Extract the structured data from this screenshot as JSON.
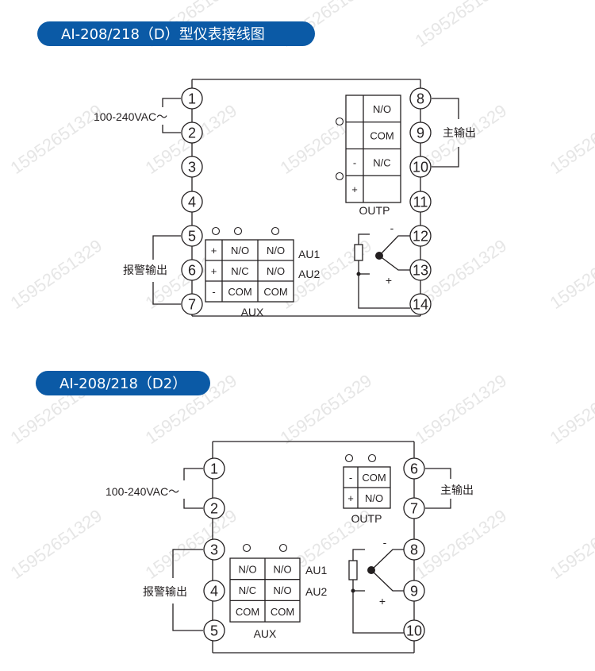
{
  "watermark": "15952651329",
  "colors": {
    "header_bg": "#0b5aa6",
    "line": "#231f20"
  },
  "diagram1": {
    "title": "AI-208/218（D）型仪表接线图",
    "power_label": "100-240VAC～",
    "alarm_label": "报警输出",
    "main_output_label": "主输出",
    "left_terminals": [
      "1",
      "2",
      "3",
      "4",
      "5",
      "6",
      "7"
    ],
    "right_terminals": [
      "8",
      "9",
      "10",
      "11",
      "12",
      "13",
      "14"
    ],
    "outp": {
      "title": "OUTP",
      "rows": [
        [
          "",
          "N/O"
        ],
        [
          "",
          "COM"
        ],
        [
          "-",
          "N/C"
        ],
        [
          "+",
          ""
        ]
      ]
    },
    "aux": {
      "title": "AUX",
      "rows": [
        [
          "+",
          "N/O",
          "N/O"
        ],
        [
          "+",
          "N/C",
          "N/O"
        ],
        [
          "-",
          "COM",
          "COM"
        ]
      ],
      "row_labels": [
        "AU1",
        "AU2"
      ]
    },
    "sensor": {
      "minus": "-",
      "plus": "+"
    }
  },
  "diagram2": {
    "title": "AI-208/218（D2）",
    "power_label": "100-240VAC～",
    "alarm_label": "报警输出",
    "main_output_label": "主输出",
    "left_terminals": [
      "1",
      "2",
      "3",
      "4",
      "5"
    ],
    "right_terminals": [
      "6",
      "7",
      "8",
      "9",
      "10"
    ],
    "outp": {
      "title": "OUTP",
      "rows": [
        [
          "-",
          "COM"
        ],
        [
          "+",
          "N/O"
        ]
      ]
    },
    "aux": {
      "title": "AUX",
      "rows": [
        [
          "N/O",
          "N/O"
        ],
        [
          "N/C",
          "N/O"
        ],
        [
          "COM",
          "COM"
        ]
      ],
      "row_labels": [
        "AU1",
        "AU2"
      ]
    },
    "sensor": {
      "minus": "-",
      "plus": "+"
    }
  }
}
